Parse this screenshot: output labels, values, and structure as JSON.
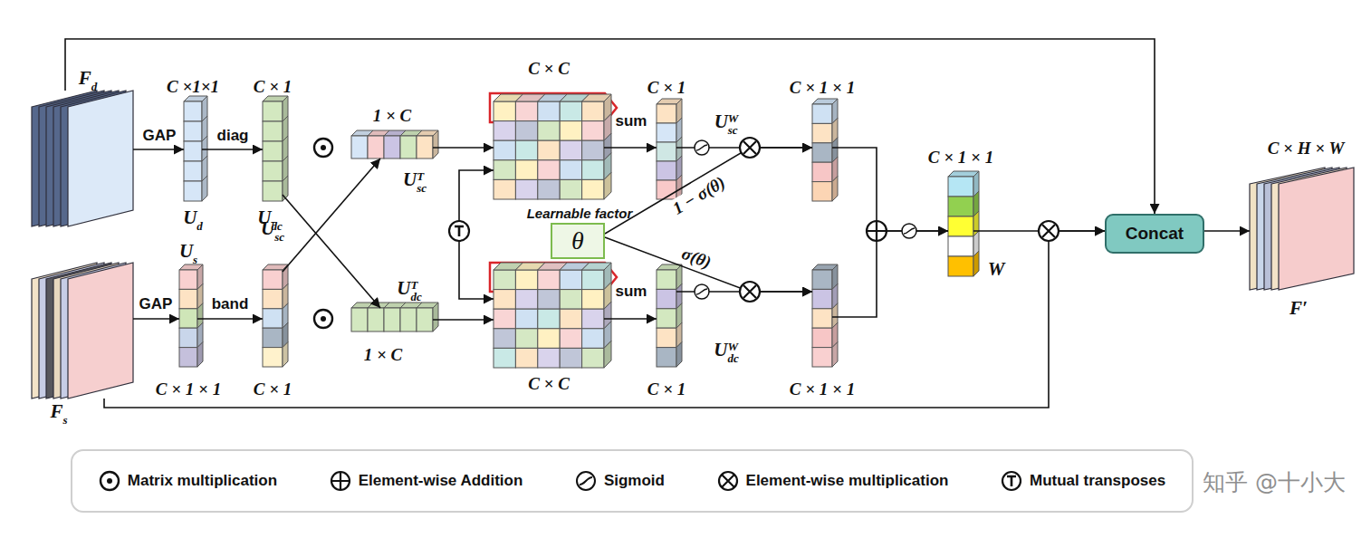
{
  "diagram": {
    "nodes": [
      {
        "text": [
          "Fd"
        ]
      },
      {
        "text": [
          "C ×1×1",
          "Ud"
        ]
      },
      {
        "text": [
          "C × 1",
          "Udc"
        ]
      },
      {
        "text": [
          "1 × C",
          "UscT"
        ]
      },
      {
        "text": [
          "C × C"
        ]
      },
      {
        "text": [
          "C × 1",
          "UscW"
        ]
      },
      {
        "text": [
          "C × 1 × 1"
        ]
      },
      {
        "text": [
          "C × 1 × 1",
          "W"
        ]
      },
      {
        "text": [
          "Concat"
        ]
      },
      {
        "text": [
          "C × H × W",
          "F′"
        ]
      },
      {
        "text": [
          "Fs"
        ]
      },
      {
        "text": [
          "Us",
          "C × 1 × 1"
        ]
      },
      {
        "text": [
          "Usc",
          "C × 1"
        ]
      },
      {
        "text": [
          "UdcT",
          "1 × C"
        ]
      },
      {
        "text": [
          "C × C"
        ]
      },
      {
        "text": [
          "UdcW",
          "C × 1"
        ]
      },
      {
        "text": [
          "C × 1 × 1"
        ]
      },
      {
        "text": [
          "Learnable factor",
          "θ"
        ]
      }
    ],
    "edges": [
      {
        "from": 0,
        "to": 1,
        "arrow": "to",
        "label": "GAP"
      },
      {
        "from": 1,
        "to": 2,
        "arrow": "to",
        "label": "diag"
      },
      {
        "from": 10,
        "to": 11,
        "arrow": "to",
        "label": "GAP"
      },
      {
        "from": 11,
        "to": 12,
        "arrow": "to",
        "label": "band"
      },
      {
        "from": 2,
        "to": 13,
        "arrow": "to"
      },
      {
        "from": 12,
        "to": 3,
        "arrow": "to"
      },
      {
        "from": 3,
        "to": 4,
        "arrow": "to"
      },
      {
        "from": 13,
        "to": 14,
        "arrow": "to"
      },
      {
        "from": 4,
        "to": 14,
        "arrow": "both"
      },
      {
        "from": 4,
        "to": 5,
        "arrow": "to",
        "label": "sum"
      },
      {
        "from": 14,
        "to": 15,
        "arrow": "to",
        "label": "sum"
      },
      {
        "from": 5,
        "to": 6,
        "arrow": "to"
      },
      {
        "from": 15,
        "to": 16,
        "arrow": "to"
      },
      {
        "from": 17,
        "to": 6,
        "arrow": "to",
        "label": "1 − σ(θ)"
      },
      {
        "from": 17,
        "to": 16,
        "arrow": "to",
        "label": "σ(θ)"
      },
      {
        "from": 6,
        "to": 7,
        "arrow": "to"
      },
      {
        "from": 16,
        "to": 7,
        "arrow": "to"
      },
      {
        "from": 7,
        "to": 8,
        "arrow": "to"
      },
      {
        "from": 0,
        "to": 8,
        "arrow": "to"
      },
      {
        "from": 10,
        "to": 8,
        "arrow": "to"
      },
      {
        "from": 8,
        "to": 9,
        "arrow": "to"
      }
    ],
    "labels": [
      "知乎 @十小大"
    ],
    "legend": [
      {
        "text": "Matrix multiplication"
      },
      {
        "text": "Element-wise Addition"
      },
      {
        "text": "Sigmoid"
      },
      {
        "text": "Element-wise multiplication"
      },
      {
        "text": "Mutual transposes"
      }
    ]
  }
}
